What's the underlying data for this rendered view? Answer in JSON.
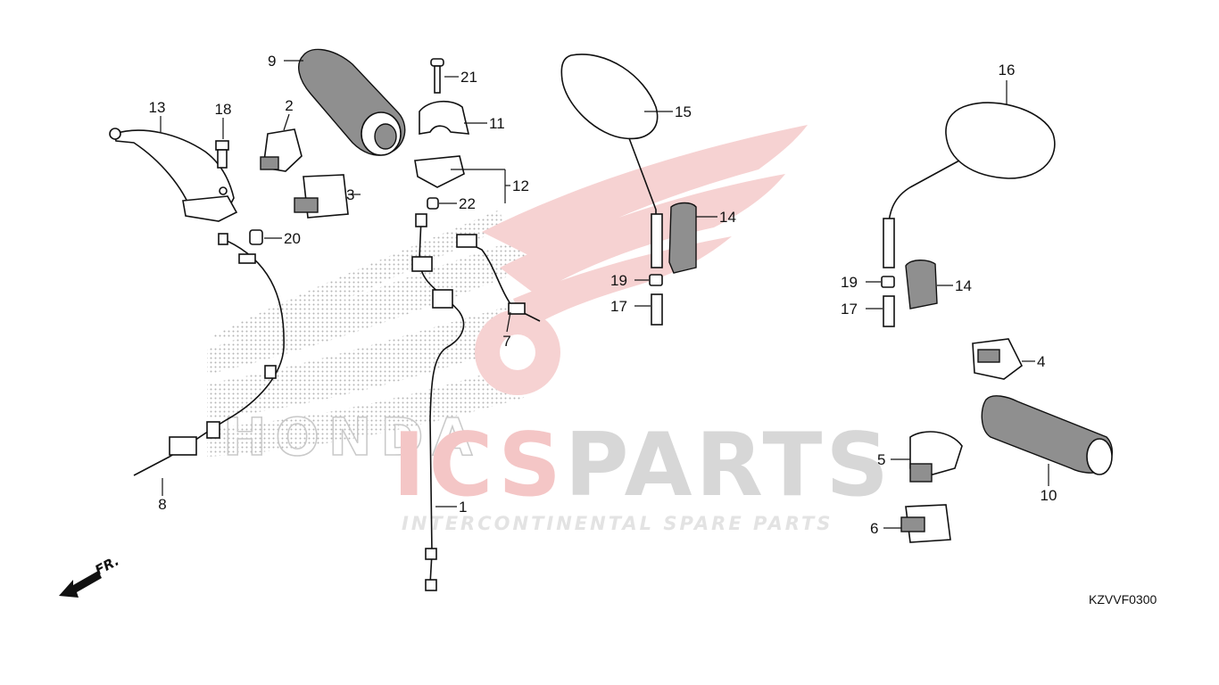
{
  "diagram_code": "KZVVF0300",
  "front_marker": "FR.",
  "watermark": {
    "brand_left": "ICS",
    "brand_right": "PARTS",
    "tagline": "INTERCONTINENTAL SPARE PARTS",
    "logo_text": "HONDA"
  },
  "callouts": {
    "c1": "1",
    "c2": "2",
    "c3": "3",
    "c4": "4",
    "c5": "5",
    "c6": "6",
    "c7": "7",
    "c8": "8",
    "c9": "9",
    "c10": "10",
    "c11": "11",
    "c12": "12",
    "c13": "13",
    "c14a": "14",
    "c14b": "14",
    "c15": "15",
    "c16": "16",
    "c17a": "17",
    "c17b": "17",
    "c18": "18",
    "c19a": "19",
    "c19b": "19",
    "c20": "20",
    "c21": "21",
    "c22": "22"
  },
  "colors": {
    "watermark_red": "#f2c0c0",
    "watermark_gray": "#d7d7d7",
    "line": "#111111"
  }
}
